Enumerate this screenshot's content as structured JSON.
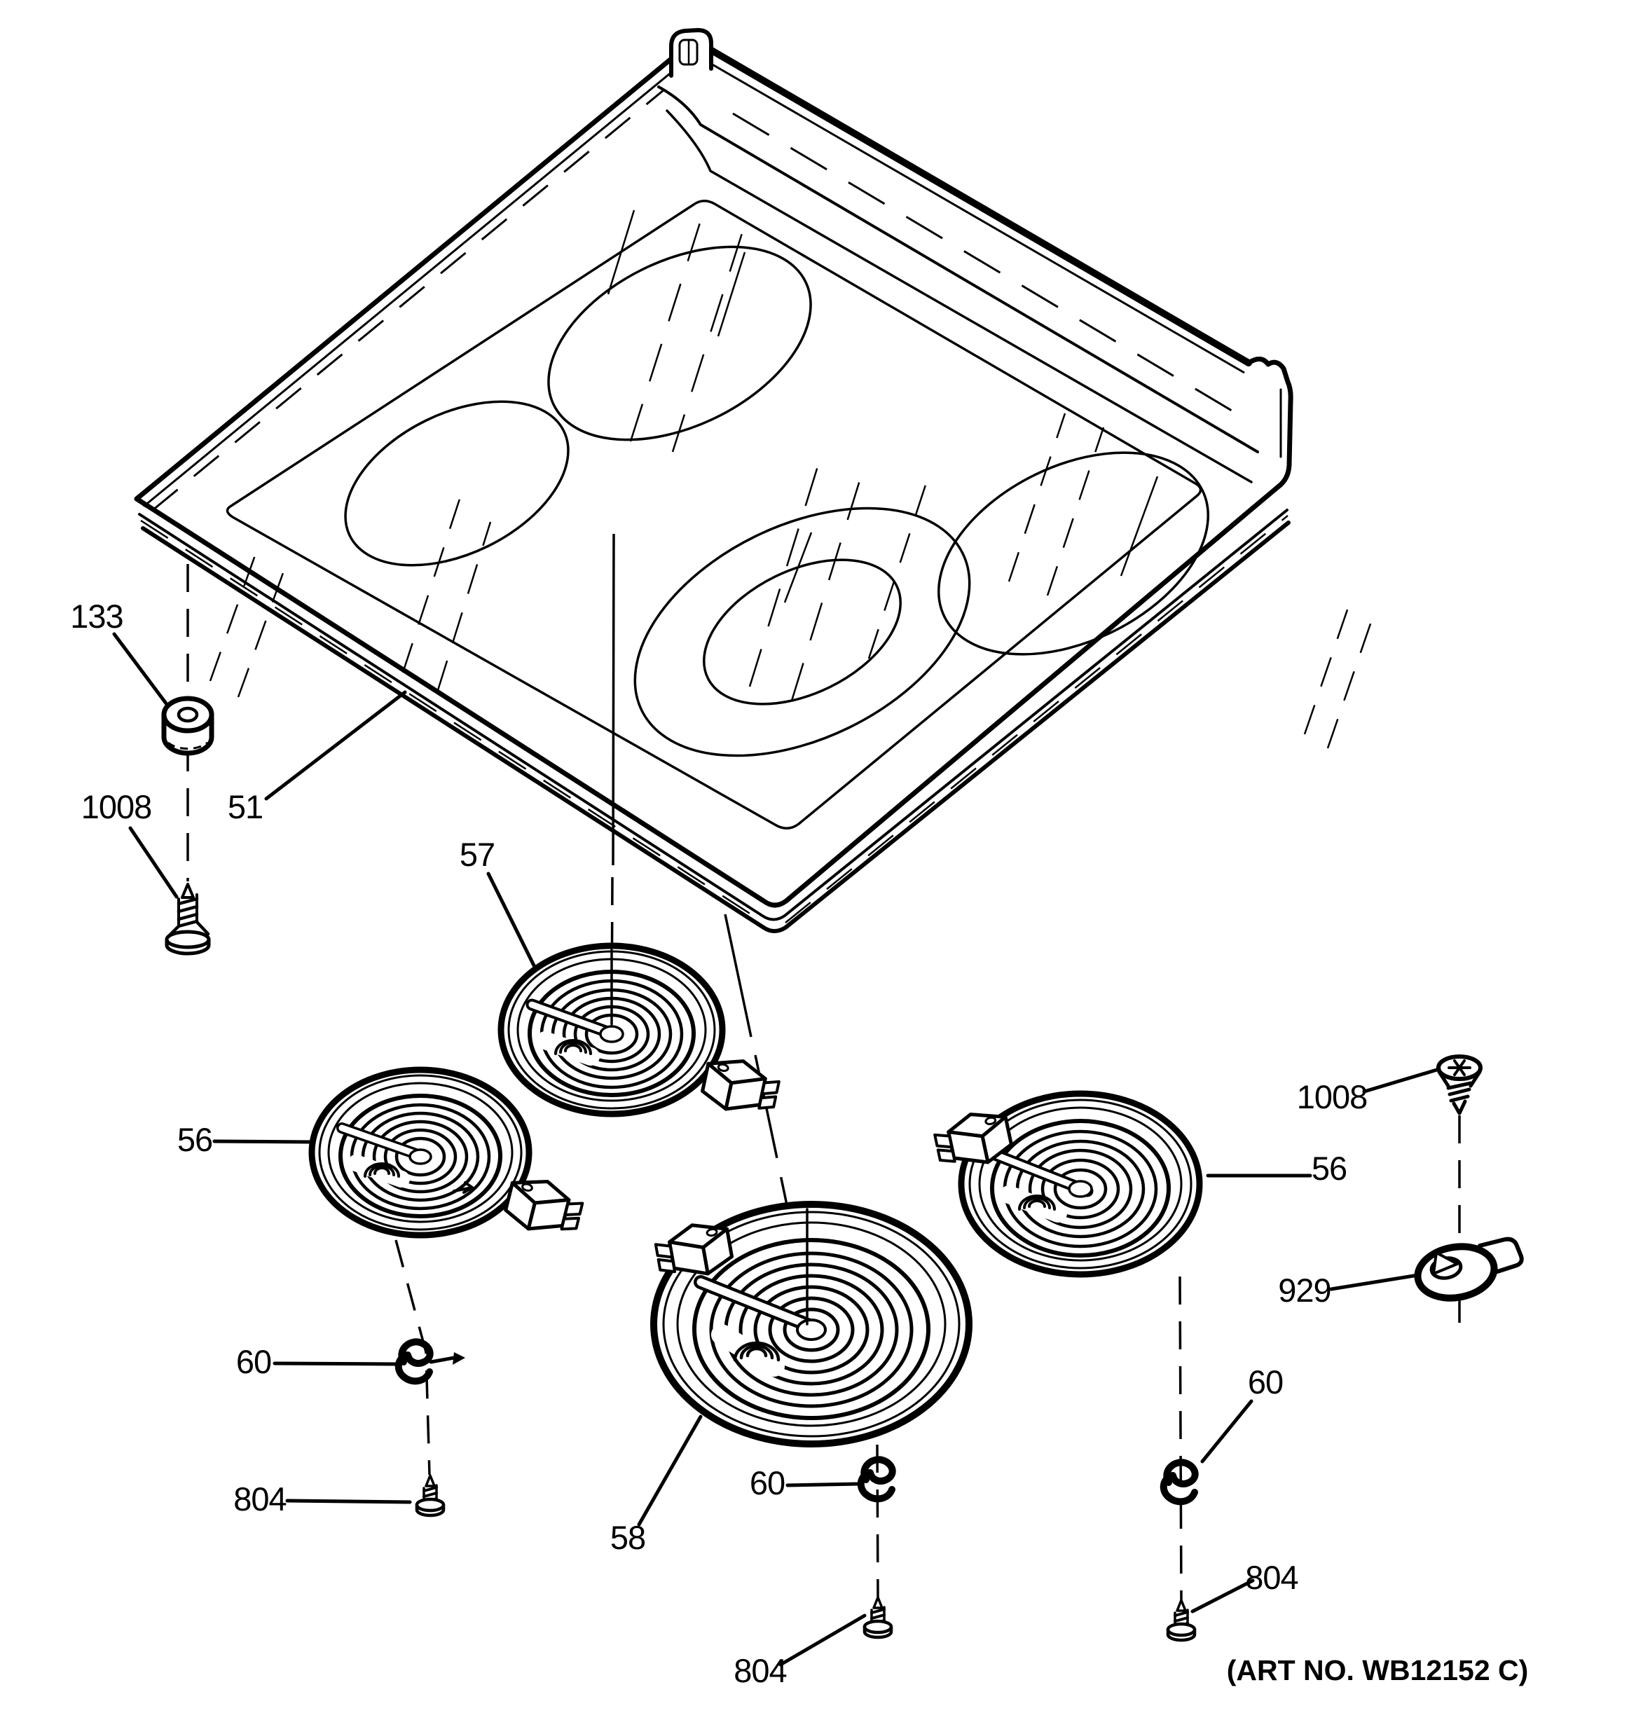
{
  "diagram": {
    "art_no": "(ART NO. WB12152 C)",
    "part_labels": {
      "n51": "51",
      "n56": "56",
      "n57": "57",
      "n58": "58",
      "n60": "60",
      "n133": "133",
      "n804": "804",
      "n929": "929",
      "n1008": "1008"
    },
    "colors": {
      "line": "#000000",
      "background": "#ffffff"
    }
  }
}
